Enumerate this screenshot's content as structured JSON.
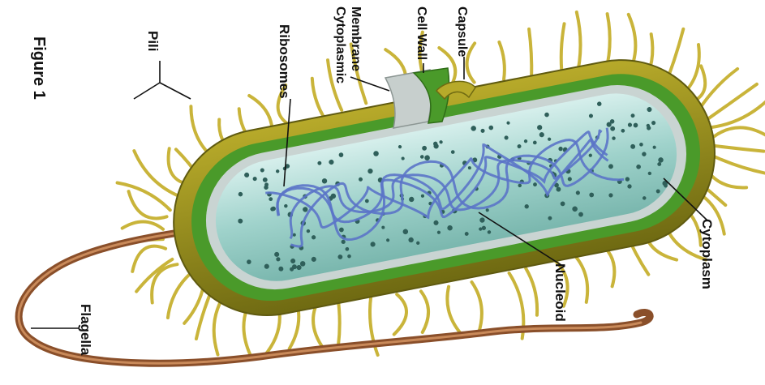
{
  "figure": {
    "title": "Figure 1",
    "labels": {
      "pili": "Pili",
      "ribosomes": "Ribosomes",
      "cytoplasmic_membrane": [
        "Cytoplasmic",
        "Membrane"
      ],
      "cell_wall": "Cell Wall",
      "capsule": "Capsule",
      "cytoplasm": "Cytoplasm",
      "nucleoid": "Nucleoid",
      "flagella": "Flagella"
    },
    "colors": {
      "pili": "#c9b43a",
      "capsule": "#8f8a1c",
      "cell_wall": "#4a9a2a",
      "membrane": "#c9d4d2",
      "cytoplasm": "#a8d6d0",
      "nucleoid": "#5b74c8",
      "ribosome": "#2f5f5a",
      "flagellum": "#a8643a"
    }
  }
}
